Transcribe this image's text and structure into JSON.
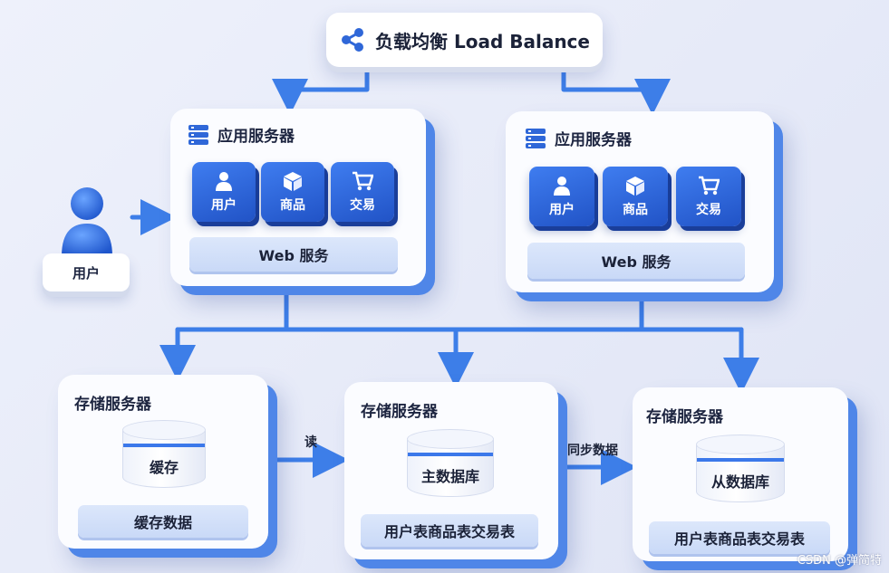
{
  "load_balancer": {
    "label": "负载均衡 Load Balance",
    "icon": "share-nodes-icon"
  },
  "user_actor": {
    "label": "用户",
    "icon": "person-icon"
  },
  "app_servers": [
    {
      "title": "应用服务器",
      "modules": [
        {
          "label": "用户",
          "icon": "user-icon"
        },
        {
          "label": "商品",
          "icon": "box-icon"
        },
        {
          "label": "交易",
          "icon": "cart-icon"
        }
      ],
      "footer": "Web 服务"
    },
    {
      "title": "应用服务器",
      "modules": [
        {
          "label": "用户",
          "icon": "user-icon"
        },
        {
          "label": "商品",
          "icon": "box-icon"
        },
        {
          "label": "交易",
          "icon": "cart-icon"
        }
      ],
      "footer": "Web 服务"
    }
  ],
  "storage_servers": [
    {
      "title": "存储服务器",
      "db": "缓存",
      "footer": "缓存数据"
    },
    {
      "title": "存储服务器",
      "db": "主数据库",
      "footer": "用户表商品表交易表"
    },
    {
      "title": "存储服务器",
      "db": "从数据库",
      "footer": "用户表商品表交易表"
    }
  ],
  "edges": {
    "read": "读",
    "sync": "同步数据"
  },
  "watermark": "CSDN @弹简特",
  "colors": {
    "accent": "#2f67d8",
    "wire": "#3d7ee8",
    "tile": "#2a5fd6"
  }
}
